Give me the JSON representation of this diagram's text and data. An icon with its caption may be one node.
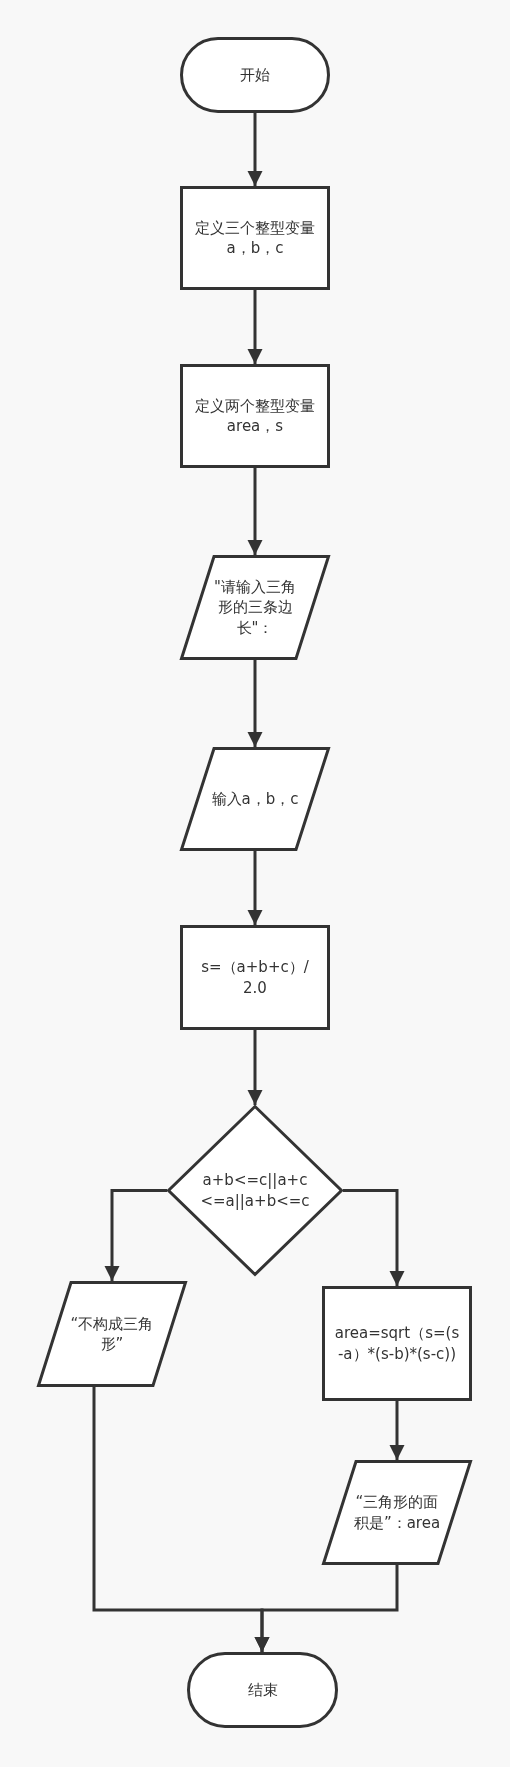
{
  "diagram": {
    "nodes": [
      {
        "text": [
          "开始"
        ]
      },
      {
        "text": [
          "定义三个整型变量a，b，c"
        ]
      },
      {
        "text": [
          "定义两个整型变量area，s"
        ]
      },
      {
        "text": [
          "\"请输入三角形的三条边长\"："
        ]
      },
      {
        "text": [
          "输入a，b，c"
        ]
      },
      {
        "text": [
          "s=（a+b+c）/2.0"
        ]
      },
      {
        "text": [
          "a+b<=c||a+c<=a||a+b<=c"
        ]
      },
      {
        "text": [
          "“不构成三角形”"
        ]
      },
      {
        "text": [
          "area=sqrt（s=(s-a）*(s-b)*(s-c))"
        ]
      },
      {
        "text": [
          "“三角形的面积是”：area"
        ]
      },
      {
        "text": [
          "结束"
        ]
      }
    ],
    "edges": [
      {
        "from": 0,
        "to": 1,
        "arrow": "to"
      },
      {
        "from": 1,
        "to": 2,
        "arrow": "to"
      },
      {
        "from": 2,
        "to": 3,
        "arrow": "to"
      },
      {
        "from": 3,
        "to": 4,
        "arrow": "to"
      },
      {
        "from": 4,
        "to": 5,
        "arrow": "to"
      },
      {
        "from": 5,
        "to": 6,
        "arrow": "to"
      },
      {
        "from": 6,
        "to": 7,
        "arrow": "to"
      },
      {
        "from": 6,
        "to": 8,
        "arrow": "to"
      },
      {
        "from": 8,
        "to": 9,
        "arrow": "to"
      },
      {
        "from": 7,
        "to": 10,
        "arrow": "to"
      },
      {
        "from": 9,
        "to": 10,
        "arrow": "to"
      }
    ]
  }
}
